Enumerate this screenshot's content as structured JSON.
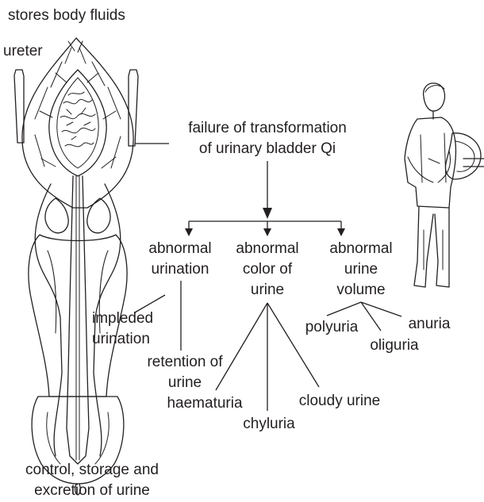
{
  "labels": {
    "stores_body_fluids": "stores body fluids",
    "ureter": "ureter",
    "failure_line1": "failure of transformation",
    "failure_line2": "of urinary bladder Qi",
    "abnormal_urination_line1": "abnormal",
    "abnormal_urination_line2": "urination",
    "abnormal_color_line1": "abnormal",
    "abnormal_color_line2": "color of",
    "abnormal_color_line3": "urine",
    "abnormal_volume_line1": "abnormal",
    "abnormal_volume_line2": "urine",
    "abnormal_volume_line3": "volume",
    "impleded_line1": "impleded",
    "impleded_line2": "urination",
    "retention_line1": "retention of",
    "retention_line2": "urine",
    "haematuria": "haematuria",
    "chyluria": "chyluria",
    "cloudy_urine": "cloudy urine",
    "polyuria": "polyuria",
    "oliguria": "oliguria",
    "anuria": "anuria",
    "control_line1": "control, storage and",
    "control_line2": "excretion of urine"
  },
  "colors": {
    "ink": "#231f20",
    "background": "#ffffff"
  },
  "illustrations": {
    "bladder": "bladder-anatomy-illustration",
    "person": "urinating-man-illustration"
  }
}
